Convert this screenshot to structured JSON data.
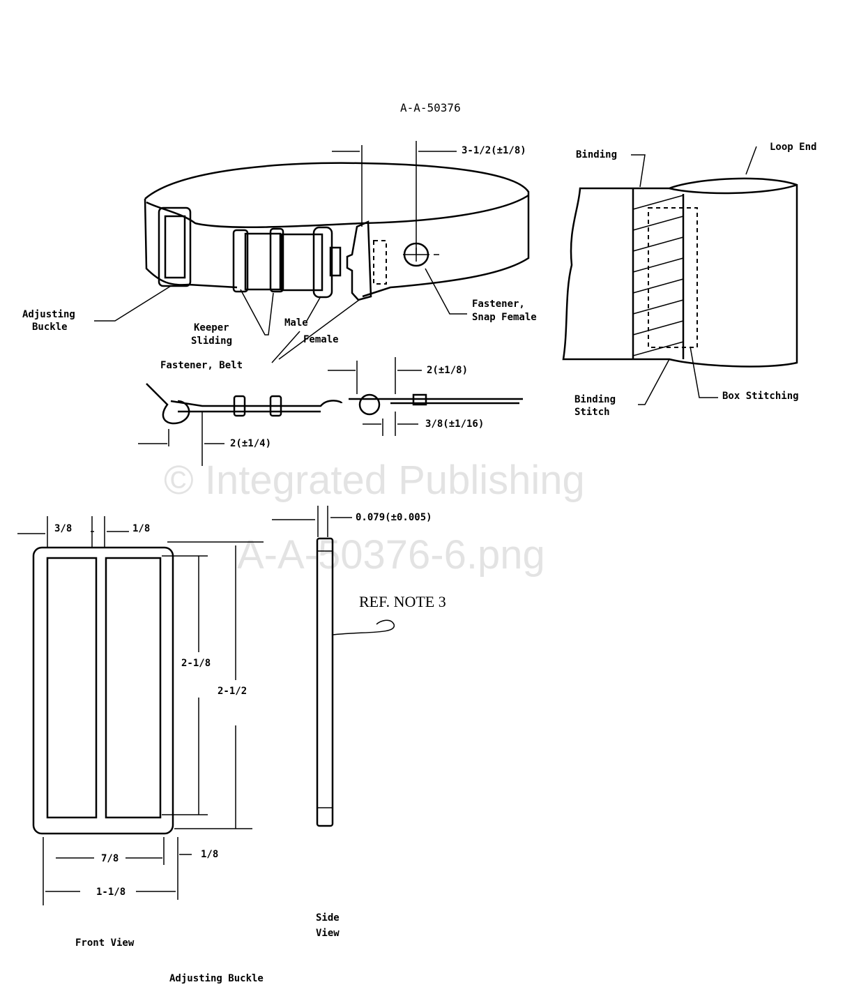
{
  "doc_id": "A-A-50376",
  "belt": {
    "dim_top": "3-1/2(±1/8)",
    "adjusting_buckle": [
      "Adjusting",
      "Buckle"
    ],
    "keeper_sliding": [
      "Keeper",
      "Sliding"
    ],
    "male": "Male",
    "female": "Female",
    "fastener_belt": "Fastener, Belt",
    "snap_female": [
      "Fastener,",
      "Snap Female"
    ],
    "dim_side_a": "2(±1/8)",
    "dim_side_b": "3/8(±1/16)",
    "dim_side_c": "2(±1/4)"
  },
  "loop": {
    "binding": "Binding",
    "loop_end": "Loop End",
    "binding_stitch": [
      "Binding",
      "Stitch"
    ],
    "box_stitching": "Box Stitching"
  },
  "watermark": [
    "© Integrated Publishing",
    "A-A-50376-6.png"
  ],
  "buckle": {
    "dim_left": "3/8",
    "dim_bar": "1/8",
    "dim_thickness": "0.079(±0.005)",
    "ref_note": "REF. NOTE 3",
    "dim_inner_h": "2-1/8",
    "dim_outer_h": "2-1/2",
    "dim_inner_w": "7/8",
    "dim_edge": "1/8",
    "dim_outer_w": "1-1/8",
    "front_view": "Front View",
    "side_view": [
      "Side",
      "View"
    ],
    "caption": "Adjusting Buckle"
  }
}
